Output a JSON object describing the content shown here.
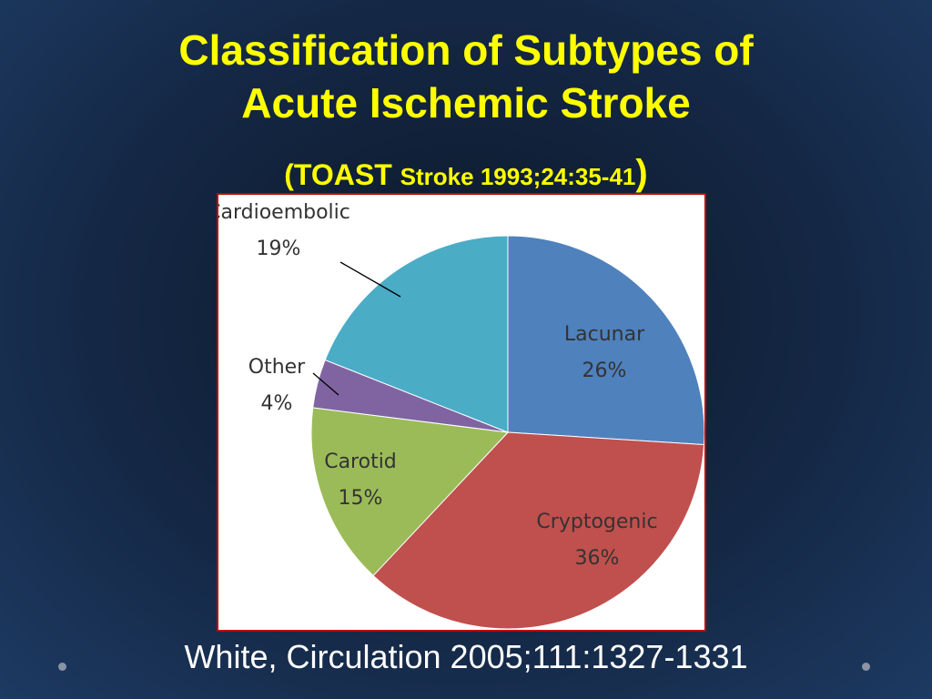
{
  "slide": {
    "title_line1": "Classification of Subtypes of",
    "title_line2": "Acute Ischemic Stroke",
    "subtitle_toast": "(TOAST ",
    "subtitle_ref": "Stroke 1993;24:35-41",
    "subtitle_close": ")",
    "citation": "White, Circulation 2005;111:1327-1331"
  },
  "chart_data": {
    "type": "pie",
    "title": "",
    "slices": [
      {
        "name": "Lacunar",
        "value": 26,
        "label": "26%",
        "color": "#4f81bd"
      },
      {
        "name": "Cryptogenic",
        "value": 36,
        "label": "36%",
        "color": "#c0504d"
      },
      {
        "name": "Carotid",
        "value": 15,
        "label": "15%",
        "color": "#9bbb59"
      },
      {
        "name": "Other",
        "value": 4,
        "label": "4%",
        "color": "#8064a2"
      },
      {
        "name": "Cardioembolic",
        "value": 19,
        "label": "19%",
        "color": "#4bacc6"
      }
    ],
    "start_angle_deg": 0,
    "direction": "clockwise",
    "legend": "none"
  }
}
